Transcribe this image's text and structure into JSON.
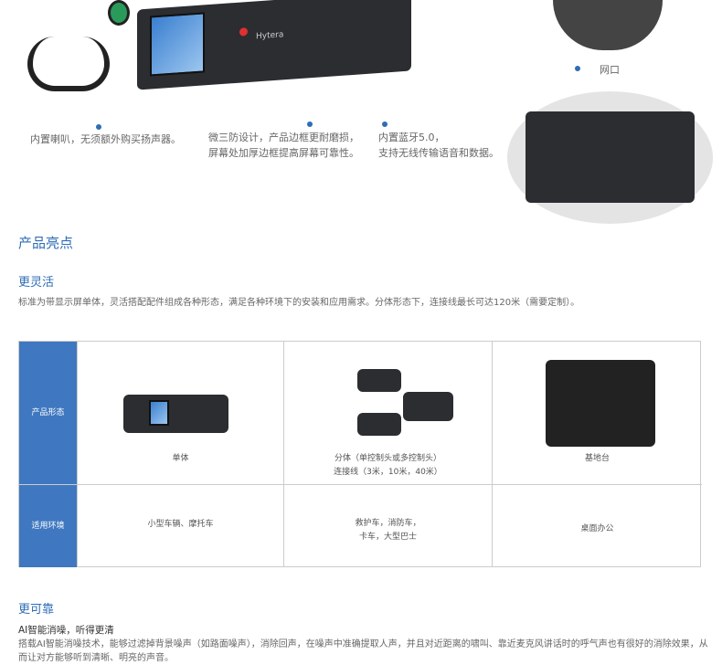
{
  "top": {
    "brand": "Hytera",
    "port_label": "网口",
    "captions": [
      {
        "lines": [
          "内置喇叭，无须额外购买扬声器。"
        ]
      },
      {
        "lines": [
          "微三防设计，产品边框更耐磨损，",
          "屏幕处加厚边框提高屏幕可靠性。"
        ]
      },
      {
        "lines": [
          "内置蓝牙5.0，",
          "支持无线传输语音和数据。"
        ]
      }
    ]
  },
  "highlights": {
    "title": "产品亮点",
    "flexible": {
      "title": "更灵活",
      "desc": "标准为带显示屏单体，灵活搭配配件组成各种形态，满足各种环境下的安装和应用需求。分体形态下，连接线最长可达120米（需要定制）。"
    },
    "table": {
      "row_headers": [
        "产品形态",
        "适用环境"
      ],
      "forms": [
        {
          "lines": [
            "单体"
          ]
        },
        {
          "lines": [
            "分体（单控制头或多控制头）",
            "连接线（3米，10米，40米）"
          ]
        },
        {
          "lines": [
            "基地台"
          ]
        }
      ],
      "envs": [
        {
          "lines": [
            "小型车辆、摩托车"
          ]
        },
        {
          "lines": [
            "救护车，消防车，",
            "卡车，大型巴士"
          ]
        },
        {
          "lines": [
            "桌面办公"
          ]
        }
      ]
    },
    "reliable": {
      "title": "更可靠",
      "subtitle": "AI智能消噪，听得更清",
      "desc": "搭载AI智能消噪技术，能够过滤掉背景噪声（如路面噪声），消除回声，在噪声中准确提取人声，并且对近距离的啸叫、靠近麦克风讲话时的呼气声也有很好的消除效果，从而让对方能够听到清晰、明亮的声音。"
    }
  },
  "colors": {
    "accent": "#2f6db5",
    "header_cell": "#3f78c0"
  }
}
